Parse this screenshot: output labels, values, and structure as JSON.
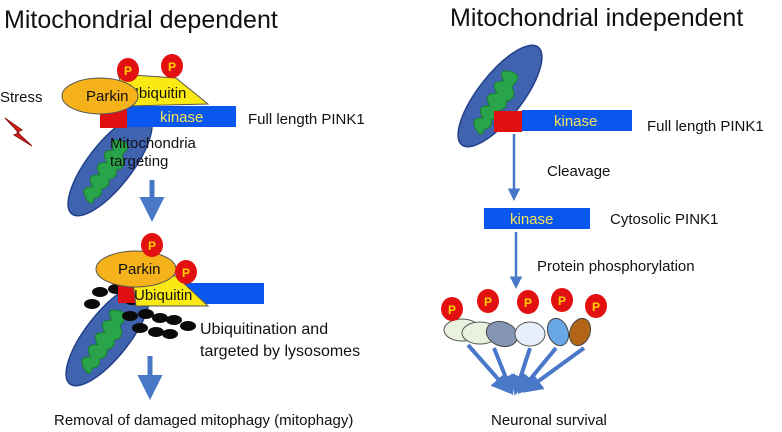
{
  "left": {
    "title": "Mitochondrial dependent",
    "stress": "Stress",
    "parkin": "Parkin",
    "ubiquitin": "Ubiquitin",
    "kinase": "kinase",
    "full_length": "Full length PINK1",
    "mito_targeting_1": "Mitochondria",
    "mito_targeting_2": "targeting",
    "parkin2": "Parkin",
    "ubiquitin2": "Ubiquitin",
    "ubiq_text_1": "Ubiquitination and",
    "ubiq_text_2": "targeted by lysosomes",
    "removal": "Removal of damaged mitophagy (mitophagy)"
  },
  "right": {
    "title": "Mitochondrial independent",
    "kinase": "kinase",
    "full_length": "Full length PINK1",
    "cleavage": "Cleavage",
    "kinase2": "kinase",
    "cytosolic": "Cytosolic PINK1",
    "phospho": "Protein phosphorylation",
    "survival": "Neuronal survival"
  },
  "phospho_symbol": "P",
  "colors": {
    "kinase_blue": "#0a57f0",
    "targeting_red": "#e01010",
    "parkin_orange": "#f5b21a",
    "ubiquitin_yellow": "#fbe914",
    "mito_blue": "#3f63ae",
    "mito_green": "#2aa44a",
    "phospho_red": "#e21010",
    "lysosome_black": "#0a0a0a",
    "arrow_blue": "#4a78c8"
  },
  "icons": [
    "mitochondrion-icon",
    "lightning-icon",
    "phosphate-icon",
    "arrow-down-icon"
  ]
}
